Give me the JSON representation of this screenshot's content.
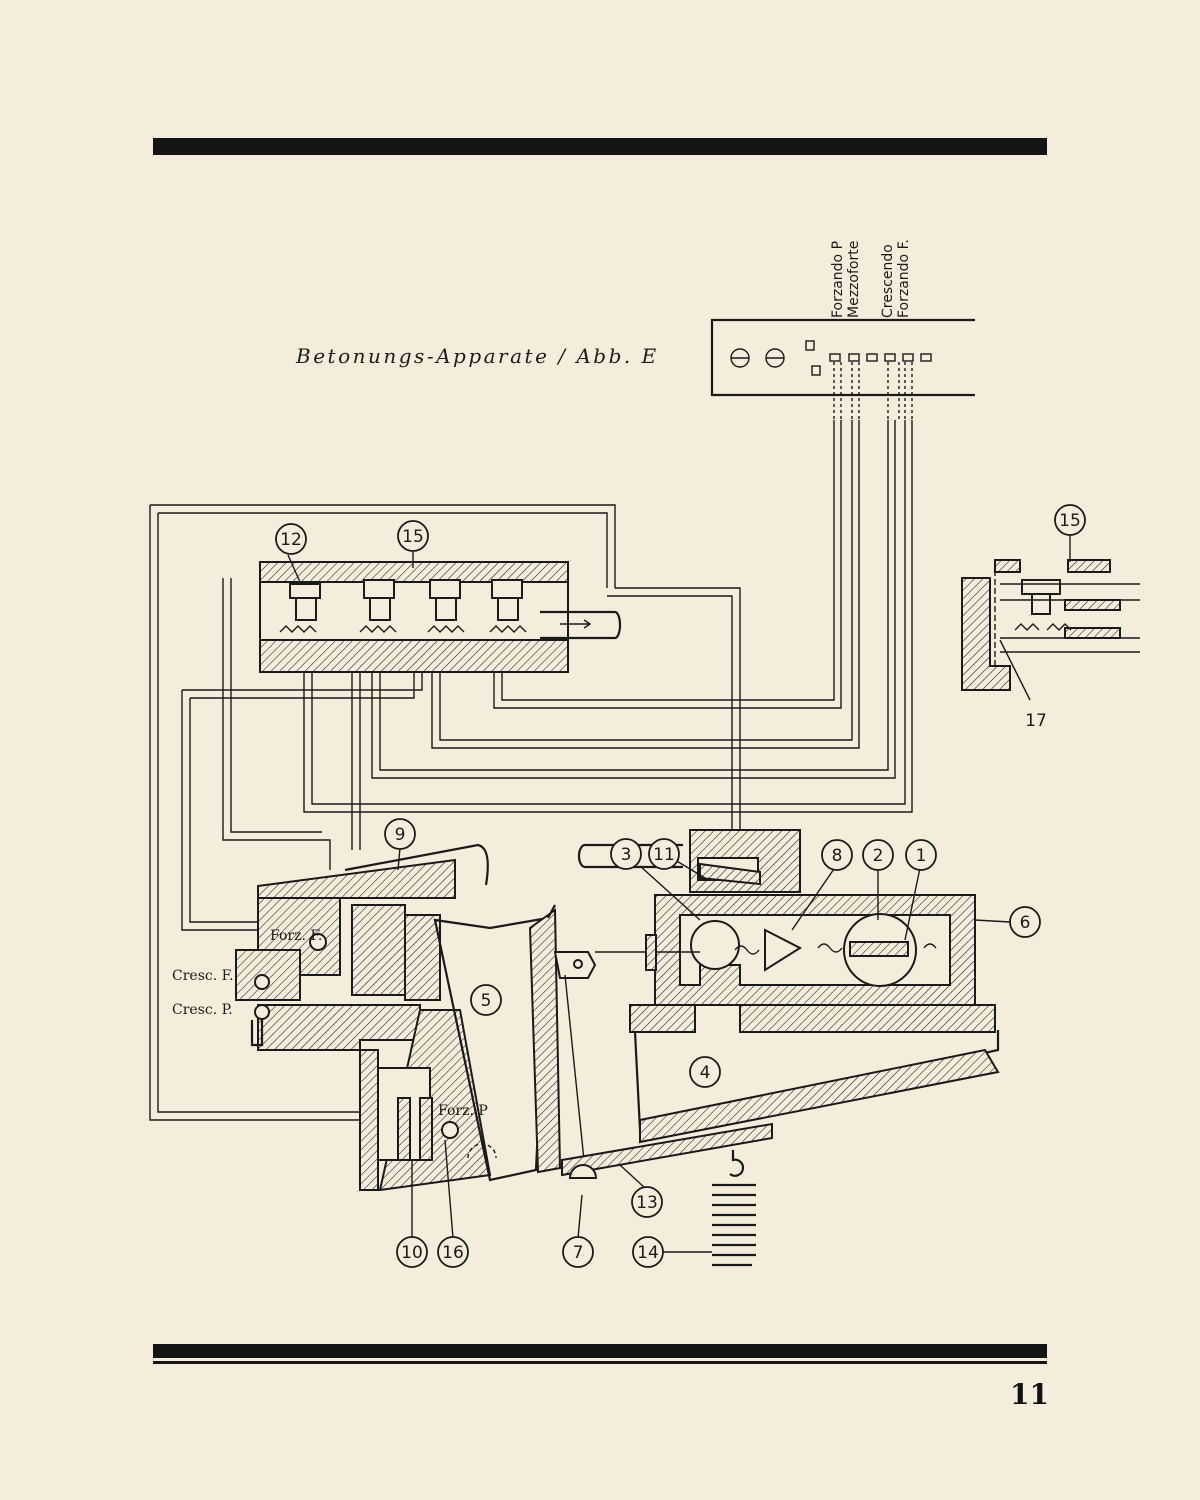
{
  "title": "Betonungs-Apparate / Abb. E",
  "page_number": "11",
  "panel_labels": [
    "Forzando P",
    "Mezzoforte",
    "Crescendo",
    "Forzando F."
  ],
  "side_labels": {
    "forz_f": "Forz. F.",
    "cresc_f": "Cresc. F.",
    "cresc_p": "Cresc. P.",
    "forz_p": "Forz. P"
  },
  "numbers": {
    "n1": "1",
    "n2": "2",
    "n3": "3",
    "n4": "4",
    "n5": "5",
    "n6": "6",
    "n7": "7",
    "n8": "8",
    "n9": "9",
    "n10": "10",
    "n11": "11",
    "n12": "12",
    "n13": "13",
    "n14": "14",
    "n15": "15",
    "n15b": "15",
    "n16": "16",
    "n17": "17"
  }
}
